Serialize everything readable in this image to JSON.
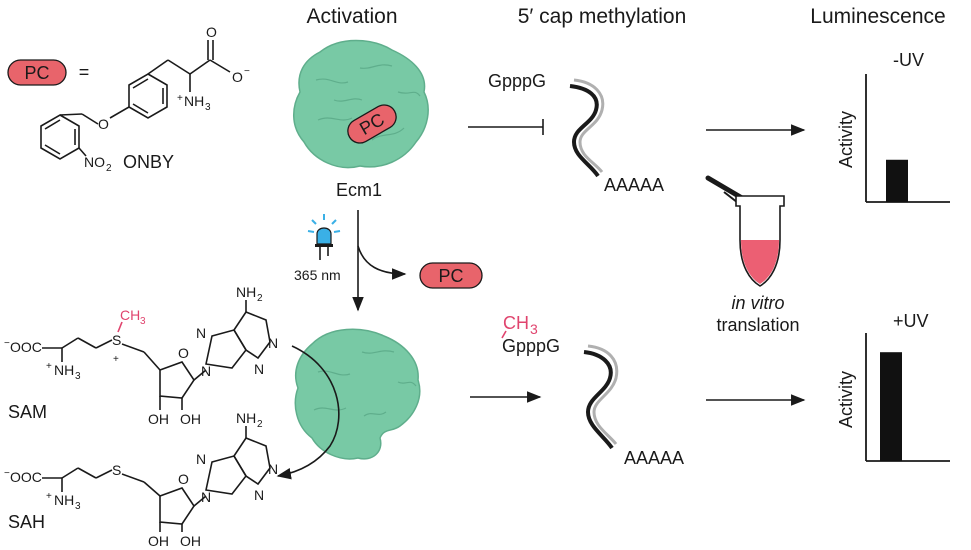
{
  "headers": {
    "activation": "Activation",
    "methylation": "5′ cap methylation",
    "luminescence": "Luminescence"
  },
  "pc_label": "PC",
  "equals": "=",
  "onby": {
    "name": "ONBY",
    "carboxylate": "O",
    "carboxylate_charge": "−",
    "amine": "NH",
    "amine_sub": "3",
    "amine_charge": "+",
    "nitro": "NO",
    "nitro_sub": "2",
    "ether_o": "O",
    "carbonyl_o": "O"
  },
  "enzyme_name": "Ecm1",
  "light": {
    "wavelength": "365 nm",
    "color": "#3ab0e6"
  },
  "cap_top": "GpppG",
  "cap_bottom": "GpppG",
  "methyl_group": {
    "text": "CH",
    "sub": "3",
    "color": "#e0446e"
  },
  "poly_a_top": "AAAAA",
  "poly_a_bottom": "AAAAA",
  "translation": {
    "line1": "in vitro",
    "line2": "translation"
  },
  "sam": {
    "name": "SAM",
    "coo": "OOC",
    "coo_charge": "−",
    "amine": "NH",
    "amine_sub": "3",
    "amine_charge": "+",
    "sulfur": "S",
    "sulfur_charge": "+",
    "methyl": "CH",
    "methyl_sub": "3",
    "nh2": "NH",
    "nh2_sub": "2",
    "n": "N",
    "o": "O",
    "oh": "OH"
  },
  "sah": {
    "name": "SAH",
    "coo": "OOC",
    "coo_charge": "−",
    "amine": "NH",
    "amine_sub": "3",
    "amine_charge": "+",
    "sulfur": "S",
    "nh2": "NH",
    "nh2_sub": "2",
    "n": "N",
    "o": "O",
    "oh": "OH"
  },
  "charts": {
    "ylabel": "Activity",
    "top": {
      "label": "-UV",
      "value": 0.33
    },
    "bottom": {
      "label": "+UV",
      "value": 0.85
    }
  },
  "colors": {
    "enzyme": "#78c9a5",
    "enzyme_edge": "#5fae8c",
    "pc_fill": "#e8646b",
    "tube_liquid": "#ec5f73",
    "methyl": "#e0446e"
  }
}
